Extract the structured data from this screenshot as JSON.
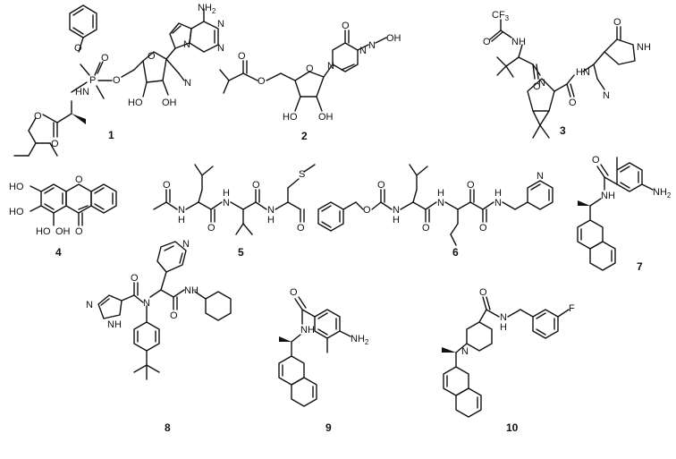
{
  "compounds": [
    {
      "number": "1",
      "atoms": {
        "nh2": "NH2",
        "o_ph": "O",
        "o_p": "O",
        "p": "P",
        "o_p2": "O",
        "o_link": "O",
        "o_ring": "O",
        "n1": "N",
        "n2": "N",
        "n3": "N",
        "cn": "N",
        "hn": "HN",
        "ho": "HO",
        "oh": "OH",
        "o_est": "O",
        "o_alk": "O"
      }
    },
    {
      "number": "2",
      "atoms": {
        "o_top": "O",
        "n1": "N",
        "n2": "N",
        "noh": "N",
        "oh_n": "OH",
        "o_ester": "O",
        "o_link": "O",
        "o_ring": "O",
        "ho": "HO",
        "oh": "OH"
      }
    },
    {
      "number": "3",
      "atoms": {
        "cf3": "CF3",
        "o_tfa": "O",
        "nh_tfa": "NH",
        "o_lactam": "O",
        "nh_lactam": "NH",
        "n_pro": "N",
        "o_amide": "O",
        "hn": "HN",
        "cn": "N",
        "o_amide2": "O"
      }
    },
    {
      "number": "4",
      "atoms": {
        "ho1": "HO",
        "ho2": "HO",
        "ho3": "HO",
        "oh": "OH",
        "o_ring": "O",
        "o_keto": "O"
      }
    },
    {
      "number": "5",
      "atoms": {
        "o_ac": "O",
        "nh1": "N",
        "h1": "H",
        "o2": "O",
        "nh2": "N",
        "h2": "H",
        "o3": "O",
        "nh3": "N",
        "h3": "H",
        "s": "S",
        "o_ald": "O"
      }
    },
    {
      "number": "6",
      "atoms": {
        "o_cbz": "O",
        "o_bz": "O",
        "nh1": "N",
        "h1": "H",
        "o_am": "O",
        "nh2": "N",
        "h2": "H",
        "o_k": "O",
        "o_k2": "O",
        "nh3": "N",
        "h3": "H",
        "n_py": "N"
      }
    },
    {
      "number": "7",
      "atoms": {
        "o": "O",
        "nh": "NH",
        "nh2": "NH2"
      }
    },
    {
      "number": "8",
      "atoms": {
        "n_py": "N",
        "o": "O",
        "n": "N",
        "nh_im": "NH",
        "n_im": "N",
        "o2": "O",
        "nh": "NH"
      }
    },
    {
      "number": "9",
      "atoms": {
        "o": "O",
        "nh": "NH",
        "nh2": "NH2"
      }
    },
    {
      "number": "10",
      "atoms": {
        "o": "O",
        "n_pip": "N",
        "nh": "N",
        "h": "H",
        "f": "F"
      }
    }
  ]
}
